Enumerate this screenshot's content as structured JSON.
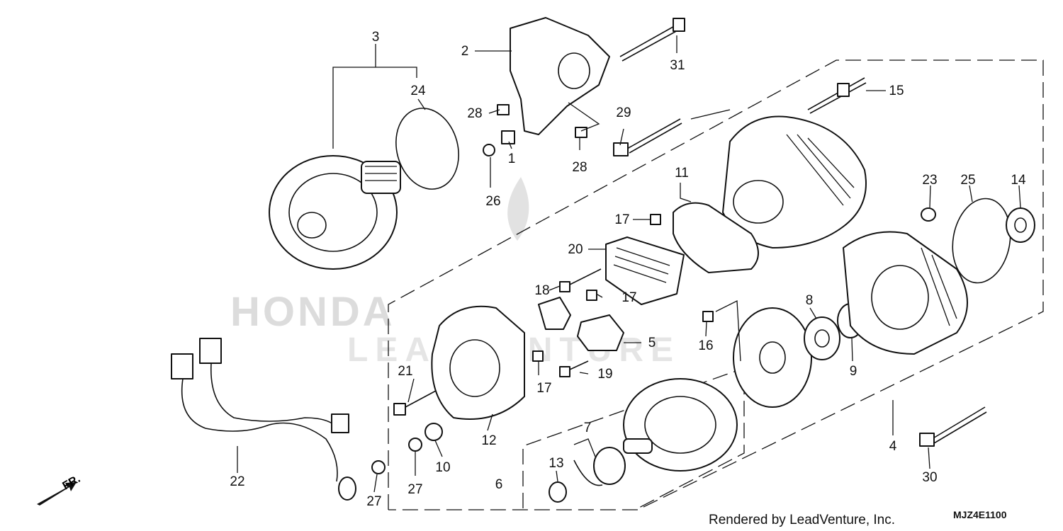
{
  "diagram": {
    "footer_credit": "Rendered by LeadVenture, Inc.",
    "diagram_code": "MJZ4E1100",
    "direction_label": "FR.",
    "watermark_brand": "HONDA",
    "watermark_dealer": "LEADVENTURE",
    "callouts": {
      "c1": "1",
      "c2": "2",
      "c3": "3",
      "c4": "4",
      "c5": "5",
      "c6": "6",
      "c7": "7",
      "c8": "8",
      "c9": "9",
      "c10": "10",
      "c11": "11",
      "c12": "12",
      "c13": "13",
      "c14": "14",
      "c15": "15",
      "c16": "16",
      "c17a": "17",
      "c17b": "17",
      "c17c": "17",
      "c18": "18",
      "c19": "19",
      "c20": "20",
      "c21": "21",
      "c22": "22",
      "c23": "23",
      "c24": "24",
      "c25": "25",
      "c26": "26",
      "c27a": "27",
      "c27b": "27",
      "c28a": "28",
      "c28b": "28",
      "c29": "29",
      "c30": "30",
      "c31": "31"
    }
  }
}
